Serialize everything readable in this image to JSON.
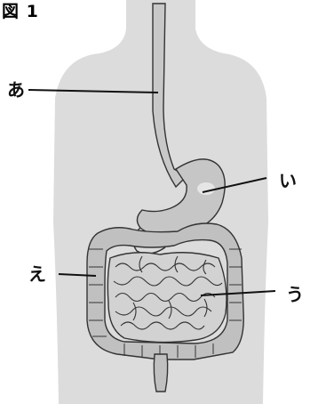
{
  "figure": {
    "title": "図 1"
  },
  "labels": {
    "a": "あ",
    "i": "い",
    "u": "う",
    "e": "え"
  },
  "colors": {
    "body": "#dcdcdc",
    "organ": "#c8c8c8",
    "organ_dark": "#a9a9a9",
    "outline": "#333333"
  }
}
